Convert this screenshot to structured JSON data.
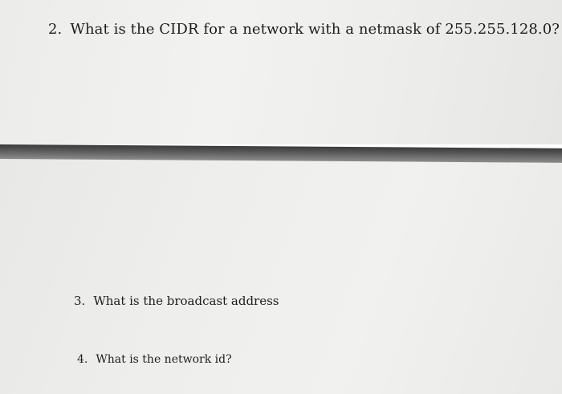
{
  "questions": [
    {
      "number": "2.",
      "text": "What is the CIDR for a network with a netmask of 255.255.128.0?"
    },
    {
      "number": "3.",
      "text": "What is the broadcast address"
    },
    {
      "number": "4.",
      "text": "What is the network id?"
    }
  ]
}
